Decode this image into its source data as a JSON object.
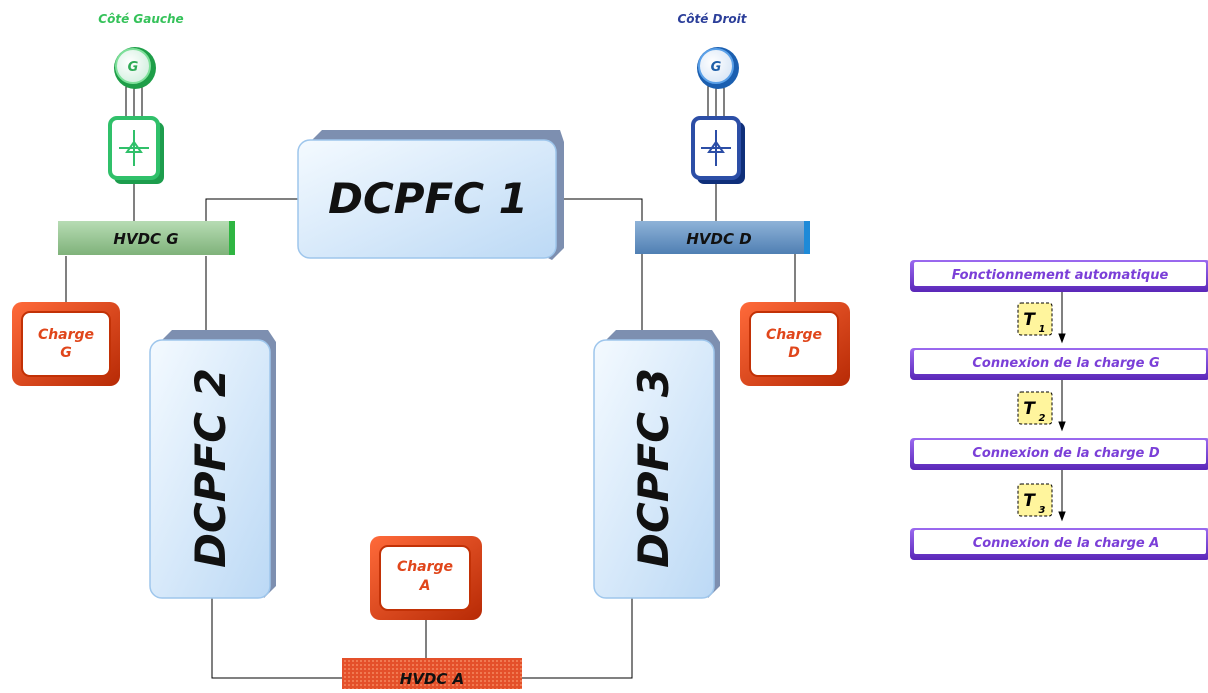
{
  "sides": {
    "left": {
      "label": "Côté Gauche",
      "gen": "G"
    },
    "right": {
      "label": "Côté Droit",
      "gen": "G"
    }
  },
  "dcpfc": {
    "one": "DCPFC 1",
    "two": "DCPFC 2",
    "three": "DCPFC 3"
  },
  "buses": {
    "g": "HVDC G",
    "d": "HVDC D",
    "a": "HVDC A"
  },
  "loads": {
    "g": [
      "Charge",
      "G"
    ],
    "d": [
      "Charge",
      "D"
    ],
    "a": [
      "Charge",
      "A"
    ]
  },
  "sequence": {
    "steps": [
      "Fonctionnement automatique",
      "Connexion de la charge G",
      "Connexion de la charge D",
      "Connexion de la charge A"
    ],
    "timers": [
      {
        "t": "T",
        "sub": "1"
      },
      {
        "t": "T",
        "sub": "2"
      },
      {
        "t": "T",
        "sub": "3"
      }
    ]
  },
  "colors": {
    "left_green": "#2ecc55",
    "right_blue": "#1f5fa8",
    "dcpfc_fill": "#dbeeff",
    "load_red": "#d83a10",
    "step_purple": "#7b3fd8",
    "timer_yellow": "#fff59d"
  }
}
